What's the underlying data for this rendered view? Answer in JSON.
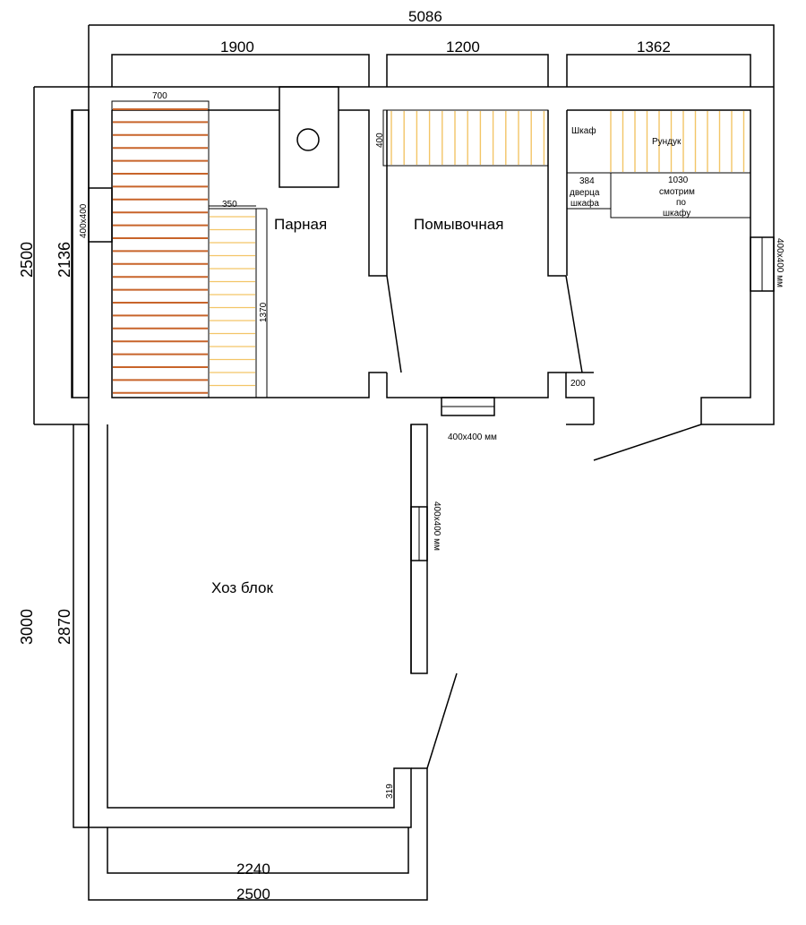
{
  "dims": {
    "total_width": "5086",
    "steam_width": "1900",
    "wash_width": "1200",
    "right_width": "1362",
    "height_left_outer": "2500",
    "height_left_inner": "2136",
    "height_lower_outer": "3000",
    "height_lower_inner": "2870",
    "bottom_inner": "2240",
    "bottom_outer": "2500",
    "bench_top": "700",
    "bench_step": "350",
    "bench_length": "1370",
    "wash_bench": "400",
    "door_small": "200",
    "stub": "319"
  },
  "rooms": {
    "steam": "Парная",
    "wash": "Помывочная",
    "utility": "Хоз блок"
  },
  "labels": {
    "cabinet": "Шкаф",
    "chest": "Рундук",
    "cab_door_1": "384",
    "cab_door_2": "дверца",
    "cab_door_3": "шкафа",
    "chest_dim_1": "1030",
    "chest_dim_2": "смотрим",
    "chest_dim_3": "по",
    "chest_dim_4": "шкафу",
    "win_steam": "400x400",
    "win_right": "400x400 мм",
    "win_bottom": "400x400 мм",
    "win_utility": "400x400 мм"
  }
}
